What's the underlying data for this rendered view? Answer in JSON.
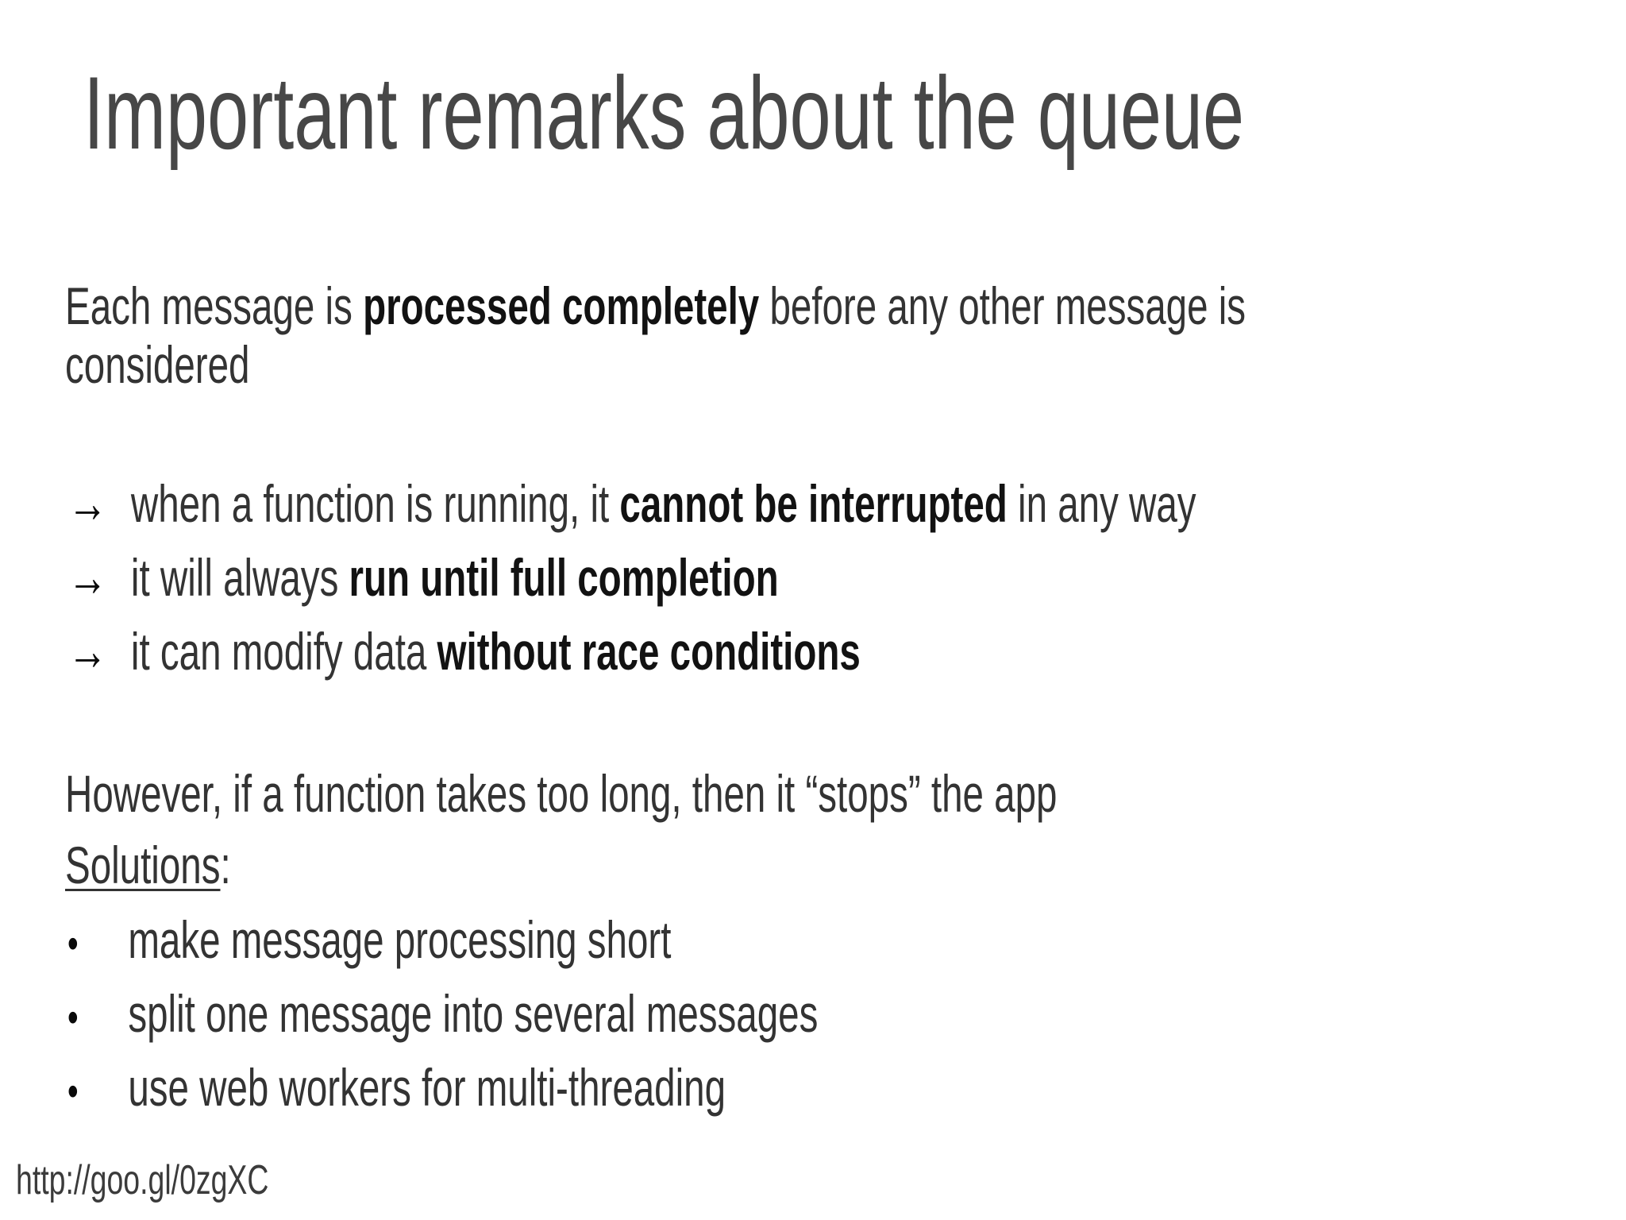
{
  "slide": {
    "title": "Important remarks about the queue",
    "intro": {
      "run1": "Each message is ",
      "run2": "processed completely",
      "run3": " before any other message is",
      "line2": "considered"
    },
    "arrows": {
      "glyph": "→",
      "item1": {
        "pre": "when a function is running, it ",
        "bold": "cannot be interrupted",
        "post": " in any way"
      },
      "item2": {
        "pre": "it will always ",
        "bold": "run until full completion",
        "post": ""
      },
      "item3": {
        "pre": "it can modify data ",
        "bold": "without race conditions",
        "post": ""
      }
    },
    "however": {
      "text": "However, if a function takes too long, then it “stops” the app"
    },
    "solutions": {
      "label": "Solutions",
      "colon": ":"
    },
    "bullets": {
      "marker": "•",
      "items": [
        "make message processing short",
        "split one message into several messages",
        "use web workers for multi-threading"
      ]
    },
    "footer": {
      "url": "http://goo.gl/0zgXC"
    }
  }
}
